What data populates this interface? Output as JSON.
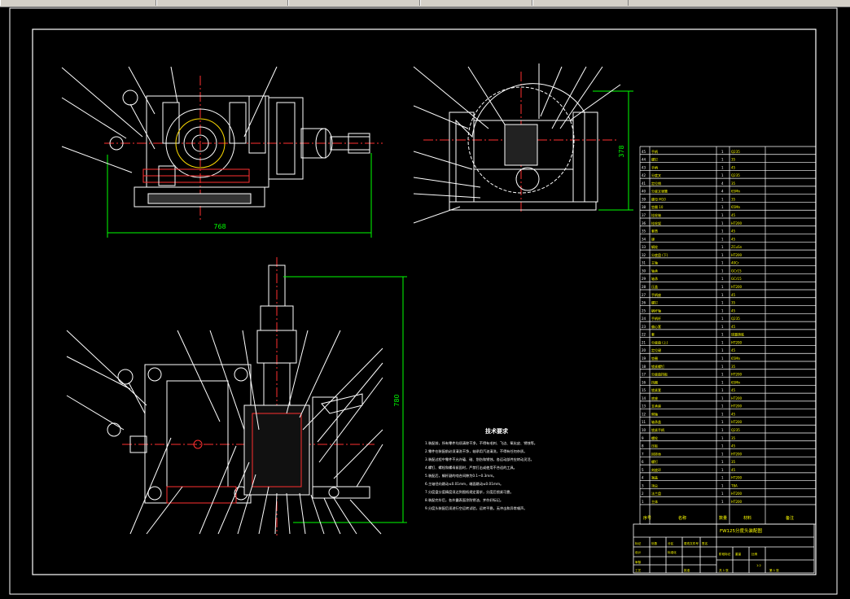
{
  "drawing": {
    "dim_width": "768",
    "dim_height": "378",
    "dim_vertical": "780"
  },
  "tech": {
    "title": "技术要求",
    "lines": [
      "1.装配前，所有零件均须清除干净，不得有毛刺、飞边、氧化皮、锈蚀等。",
      "2.零件在装配前必须清洗干净，轴承用汽油清洗，不得有任何杂质。",
      "3.装配过程中零件不允许磕、碰、划伤和锈蚀，各运动部件应转动灵活。",
      "4.螺钉、螺栓和螺母紧固时，严禁打击或使用不合适的工具。",
      "5.装配后，蜗杆副的啮合间隙为0.1~0.3mm。",
      "6.主轴径向跳动≤0.01mm，端面跳动≤0.01mm。",
      "7.分度盘分度精度须达到图纸规定要求，分度后锁紧可靠。",
      "8.装配完毕后，各外露表面涂防锈油，并作好标记。",
      "9.分度头装配后须进行空运转试验，运转平稳，无冲击和异常噪声。"
    ]
  },
  "bom": {
    "rows": [
      {
        "no": "45",
        "name": "手柄",
        "qty": "1",
        "mat": "Q235"
      },
      {
        "no": "44",
        "name": "螺钉",
        "qty": "1",
        "mat": "35"
      },
      {
        "no": "43",
        "name": "手柄",
        "qty": "1",
        "mat": "45"
      },
      {
        "no": "42",
        "name": "分度叉",
        "qty": "1",
        "mat": "Q235"
      },
      {
        "no": "41",
        "name": "定位销",
        "qty": "4",
        "mat": "35"
      },
      {
        "no": "40",
        "name": "分度叉弹簧",
        "qty": "4",
        "mat": "65Mn"
      },
      {
        "no": "39",
        "name": "螺母 M10",
        "qty": "1",
        "mat": "35"
      },
      {
        "no": "38",
        "name": "垫圈 10",
        "qty": "1",
        "mat": "65Mn"
      },
      {
        "no": "37",
        "name": "挂轮轴",
        "qty": "1",
        "mat": "45"
      },
      {
        "no": "36",
        "name": "挂轮架",
        "qty": "1",
        "mat": "HT200"
      },
      {
        "no": "35",
        "name": "套筒",
        "qty": "1",
        "mat": "45"
      },
      {
        "no": "34",
        "name": "键",
        "qty": "1",
        "mat": "45"
      },
      {
        "no": "33",
        "name": "蜗轮",
        "qty": "1",
        "mat": "ZCuSn"
      },
      {
        "no": "32",
        "name": "分度盘 (下)",
        "qty": "1",
        "mat": "HT200"
      },
      {
        "no": "31",
        "name": "主轴",
        "qty": "1",
        "mat": "40Cr"
      },
      {
        "no": "30",
        "name": "轴承",
        "qty": "1",
        "mat": "GCr15"
      },
      {
        "no": "29",
        "name": "轴承",
        "qty": "1",
        "mat": "GCr15"
      },
      {
        "no": "28",
        "name": "压盖",
        "qty": "1",
        "mat": "HT200"
      },
      {
        "no": "27",
        "name": "手柄座",
        "qty": "1",
        "mat": "45"
      },
      {
        "no": "26",
        "name": "螺钉",
        "qty": "1",
        "mat": "35"
      },
      {
        "no": "25",
        "name": "蜗杆轴",
        "qty": "1",
        "mat": "45"
      },
      {
        "no": "24",
        "name": "手柄杆",
        "qty": "1",
        "mat": "Q235"
      },
      {
        "no": "23",
        "name": "偏心套",
        "qty": "1",
        "mat": "45"
      },
      {
        "no": "22",
        "name": "套",
        "qty": "1",
        "mat": "球墨铸铁"
      },
      {
        "no": "21",
        "name": "分度盘 (上)",
        "qty": "1",
        "mat": "HT200"
      },
      {
        "no": "20",
        "name": "定位键",
        "qty": "1",
        "mat": "45"
      },
      {
        "no": "19",
        "name": "垫圈",
        "qty": "1",
        "mat": "65Mn"
      },
      {
        "no": "18",
        "name": "锁紧螺钉",
        "qty": "1",
        "mat": "35"
      },
      {
        "no": "17",
        "name": "分度盘挡板",
        "qty": "1",
        "mat": "HT200"
      },
      {
        "no": "16",
        "name": "挡圈",
        "qty": "1",
        "mat": "65Mn"
      },
      {
        "no": "15",
        "name": "锁紧套",
        "qty": "1",
        "mat": "45"
      },
      {
        "no": "14",
        "name": "底座",
        "qty": "1",
        "mat": "HT200"
      },
      {
        "no": "13",
        "name": "支承座",
        "qty": "1",
        "mat": "HT200"
      },
      {
        "no": "12",
        "name": "侧轴",
        "qty": "1",
        "mat": "45"
      },
      {
        "no": "11",
        "name": "轴承盖",
        "qty": "1",
        "mat": "HT200"
      },
      {
        "no": "10",
        "name": "锁紧手柄",
        "qty": "1",
        "mat": "Q235"
      },
      {
        "no": "9",
        "name": "螺栓",
        "qty": "1",
        "mat": "35"
      },
      {
        "no": "8",
        "name": "压板",
        "qty": "1",
        "mat": "45"
      },
      {
        "no": "7",
        "name": "回转体",
        "qty": "1",
        "mat": "HT200"
      },
      {
        "no": "6",
        "name": "螺钉",
        "qty": "1",
        "mat": "35"
      },
      {
        "no": "5",
        "name": "刻度环",
        "qty": "1",
        "mat": "45"
      },
      {
        "no": "4",
        "name": "端盖",
        "qty": "1",
        "mat": "HT200"
      },
      {
        "no": "3",
        "name": "顶尖",
        "qty": "1",
        "mat": "T8A"
      },
      {
        "no": "2",
        "name": "法兰盘",
        "qty": "1",
        "mat": "HT200"
      },
      {
        "no": "1",
        "name": "主体",
        "qty": "1",
        "mat": "HT200"
      }
    ],
    "header": {
      "no": "序号",
      "name": "名称",
      "qty": "数量",
      "mat": "材料",
      "note": "备注"
    }
  },
  "titleblock": {
    "title": "FW125分度头装配图",
    "cells": [
      "标记",
      "处数",
      "分区",
      "更改文件号",
      "签名",
      "日期",
      "设计",
      "标准化",
      "审核",
      "工艺",
      "批准",
      "阶段标记",
      "重量",
      "比例",
      "共 1 张",
      "第 1 张"
    ],
    "scale": "1:2"
  }
}
